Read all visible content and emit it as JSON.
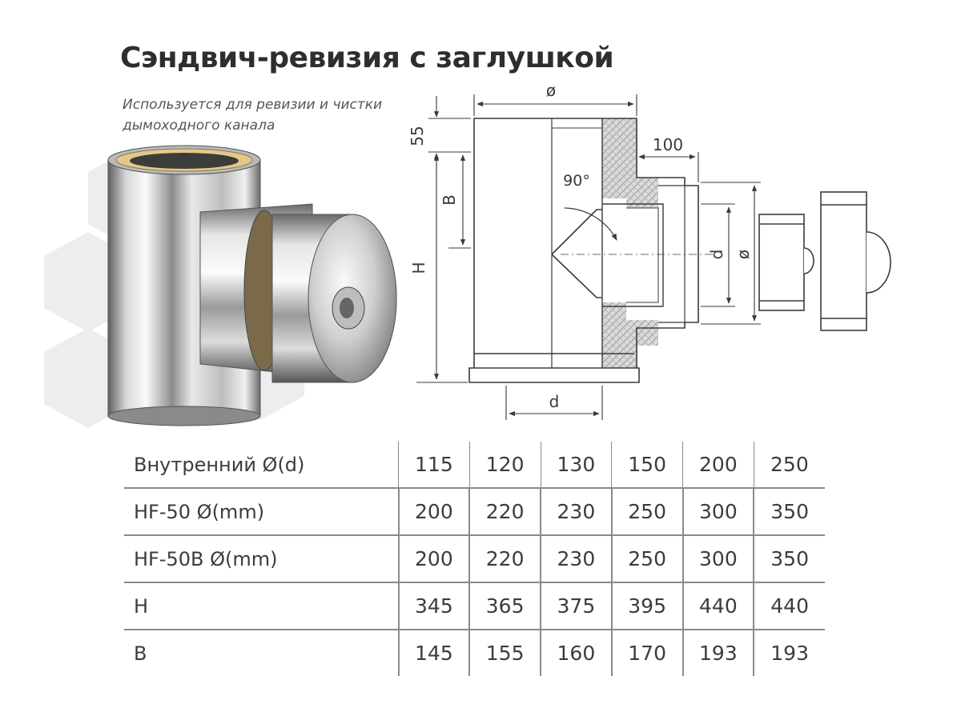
{
  "page": {
    "title": "Сэндвич-ревизия с заглушкой",
    "description": [
      "Используется для ревизии и чистки",
      "дымоходного канала"
    ]
  },
  "drawing": {
    "dim_diameter_top": "ø",
    "dim_55": "55",
    "dim_100": "100",
    "dim_angle": "90°",
    "dim_B": "B",
    "dim_H": "H",
    "dim_d_side": "d",
    "dim_diameter_side": "ø",
    "dim_d_bottom": "d"
  },
  "colors": {
    "line": "#3a3a3a",
    "insulation": "#d8d8d8",
    "metal_light": "#f2f2f2",
    "metal_dark": "#6e6e6e",
    "hex_bg": "#ececec"
  },
  "table": {
    "rows": [
      {
        "label": "Внутренний Ø(d)",
        "values": [
          "115",
          "120",
          "130",
          "150",
          "200",
          "250"
        ]
      },
      {
        "label": "HF-50 Ø(mm)",
        "values": [
          "200",
          "220",
          "230",
          "250",
          "300",
          "350"
        ]
      },
      {
        "label": "HF-50B Ø(mm)",
        "values": [
          "200",
          "220",
          "230",
          "250",
          "300",
          "350"
        ]
      },
      {
        "label": "H",
        "values": [
          "345",
          "365",
          "375",
          "395",
          "440",
          "440"
        ]
      },
      {
        "label": "B",
        "values": [
          "145",
          "155",
          "160",
          "170",
          "193",
          "193"
        ]
      }
    ]
  }
}
